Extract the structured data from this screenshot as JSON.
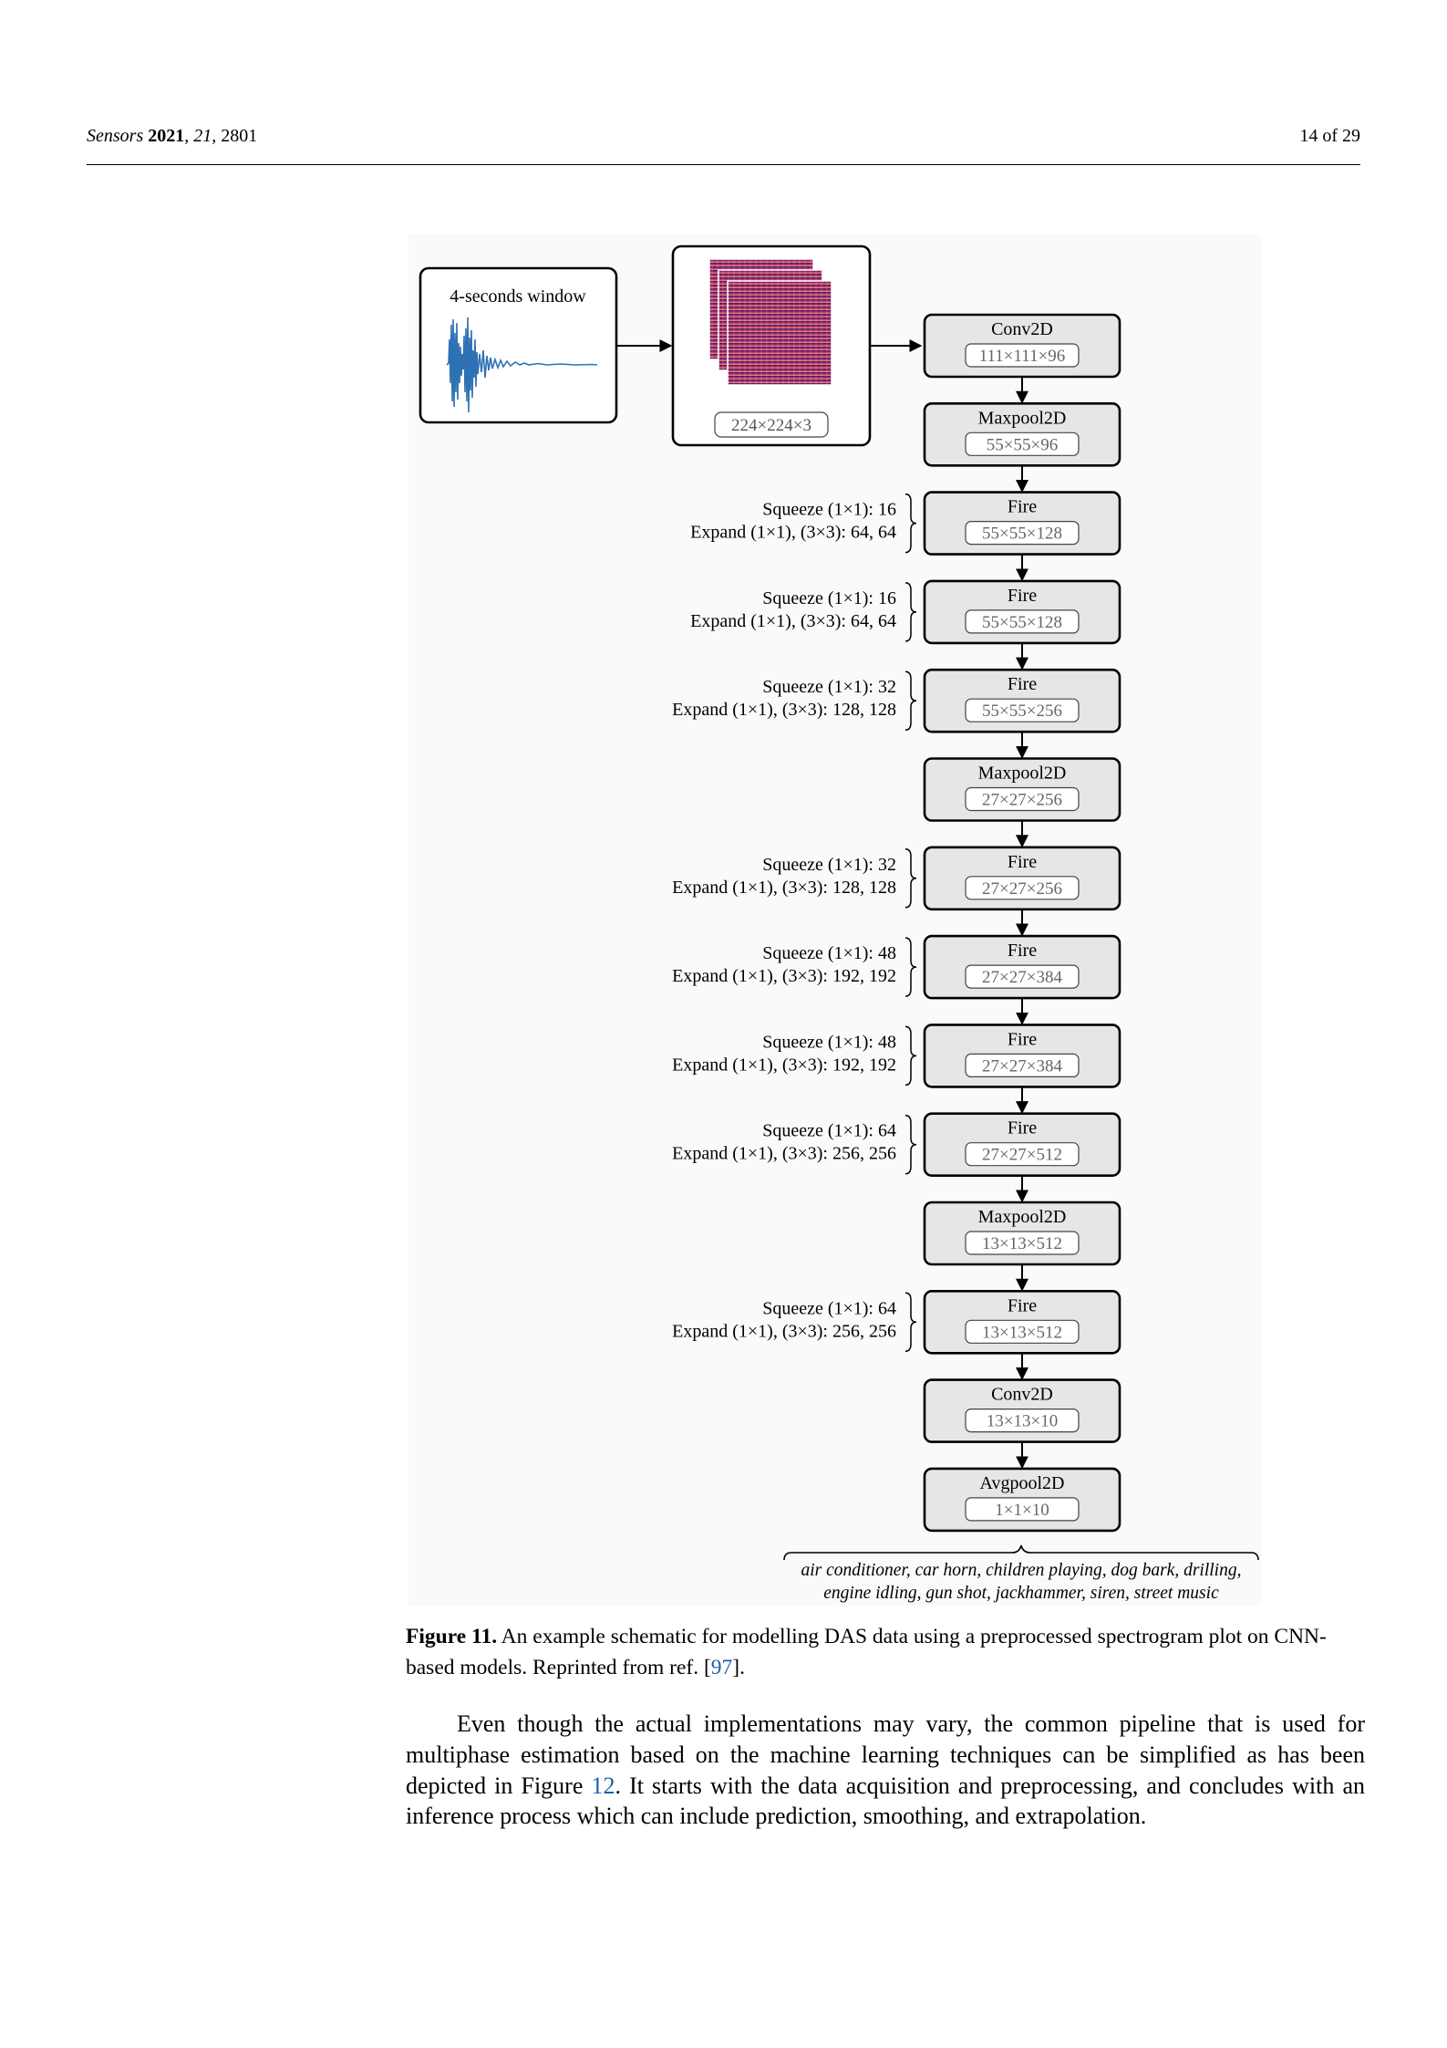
{
  "header": {
    "journal": "Sensors",
    "year": "2021",
    "volume": "21",
    "article": "2801",
    "page": "14 of 29"
  },
  "figure": {
    "input_window_label": "4-seconds window",
    "spectrogram_dims": "224×224×3",
    "layers": [
      {
        "name": "Conv2D",
        "dims": "111×111×96",
        "note": null
      },
      {
        "name": "Maxpool2D",
        "dims": "55×55×96",
        "note": null
      },
      {
        "name": "Fire",
        "dims": "55×55×128",
        "note": {
          "squeeze": "Squeeze (1×1):  16",
          "expand": "Expand (1×1), (3×3):  64, 64"
        }
      },
      {
        "name": "Fire",
        "dims": "55×55×128",
        "note": {
          "squeeze": "Squeeze (1×1):  16",
          "expand": "Expand (1×1), (3×3):  64, 64"
        }
      },
      {
        "name": "Fire",
        "dims": "55×55×256",
        "note": {
          "squeeze": "Squeeze (1×1):  32",
          "expand": "Expand (1×1), (3×3):  128, 128"
        }
      },
      {
        "name": "Maxpool2D",
        "dims": "27×27×256",
        "note": null
      },
      {
        "name": "Fire",
        "dims": "27×27×256",
        "note": {
          "squeeze": "Squeeze (1×1):  32",
          "expand": "Expand (1×1), (3×3):  128, 128"
        }
      },
      {
        "name": "Fire",
        "dims": "27×27×384",
        "note": {
          "squeeze": "Squeeze (1×1):  48",
          "expand": "Expand (1×1), (3×3):  192, 192"
        }
      },
      {
        "name": "Fire",
        "dims": "27×27×384",
        "note": {
          "squeeze": "Squeeze (1×1):  48",
          "expand": "Expand (1×1), (3×3):  192, 192"
        }
      },
      {
        "name": "Fire",
        "dims": "27×27×512",
        "note": {
          "squeeze": "Squeeze (1×1):  64",
          "expand": "Expand (1×1), (3×3):  256, 256"
        }
      },
      {
        "name": "Maxpool2D",
        "dims": "13×13×512",
        "note": null
      },
      {
        "name": "Fire",
        "dims": "13×13×512",
        "note": {
          "squeeze": "Squeeze (1×1):  64",
          "expand": "Expand (1×1), (3×3):  256, 256"
        }
      },
      {
        "name": "Conv2D",
        "dims": "13×13×10",
        "note": null
      },
      {
        "name": "Avgpool2D",
        "dims": "1×1×10",
        "note": null
      }
    ],
    "output_classes_line1": "air conditioner, car horn, children playing, dog bark, drilling,",
    "output_classes_line2": "engine idling, gun shot, jackhammer, siren, street music"
  },
  "caption": {
    "label": "Figure 11.",
    "text_before_ref": " An example schematic for modelling DAS data using a preprocessed spectrogram plot on CNN-based models. Reprinted from ref. [",
    "ref": "97",
    "text_after_ref": "]."
  },
  "body": {
    "text_before_ref": "Even though the actual implementations may vary, the common pipeline that is used for multiphase estimation based on the machine learning techniques can be simplified as has been depicted in Figure ",
    "ref": "12",
    "text_after_ref": ". It starts with the data acquisition and preprocessing, and concludes with an inference process which can include prediction, smoothing, and extrapolation."
  }
}
